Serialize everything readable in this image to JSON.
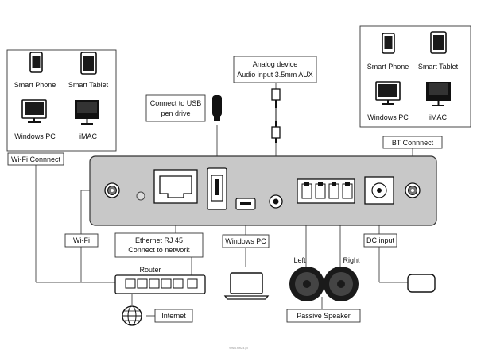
{
  "left_group": {
    "items": [
      "Smart Phone",
      "Smart Tablet",
      "Windows PC",
      "iMAC"
    ],
    "icons": [
      "smartphone-icon",
      "tablet-icon",
      "monitor-icon",
      "imac-icon"
    ]
  },
  "right_group": {
    "items": [
      "Smart Phone",
      "Smart Tablet",
      "Windows PC",
      "iMAC"
    ],
    "icons": [
      "smartphone-icon",
      "tablet-icon",
      "monitor-icon",
      "imac-icon"
    ]
  },
  "labels": {
    "wifi_connect": "Wi-Fi Connnect",
    "bt_connect": "BT Connnect",
    "usb_line1": "Connect to USB",
    "usb_line2": "pen drive",
    "analog_line1": "Analog device",
    "analog_line2": "Audio input 3.5mm AUX",
    "wifi": "Wi-Fi",
    "ethernet_line1": "Ethernet RJ 45",
    "ethernet_line2": "Connect to network",
    "windows_pc": "Windows PC",
    "dc_input": "DC input",
    "router": "Router",
    "internet": "Internet",
    "left": "Left",
    "right": "Right",
    "passive_speaker": "Passive Speaker",
    "watermark": "www.hifi24.pl"
  },
  "colors": {
    "device_body": "#c8c8c8",
    "outline": "#111111",
    "line": "#555555"
  }
}
